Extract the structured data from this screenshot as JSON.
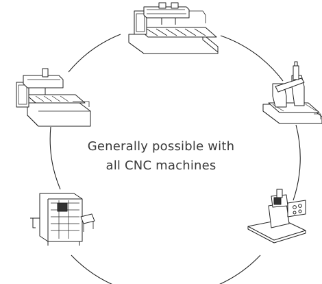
{
  "center_text": {
    "line1": "Generally possible with",
    "line2": "all CNC machines"
  },
  "machines": [
    {
      "icon": "cnc-gantry-router-icon",
      "position": "top"
    },
    {
      "icon": "cnc-portal-mill-icon",
      "position": "upper-left"
    },
    {
      "icon": "cnc-engraving-machine-icon",
      "position": "upper-right"
    },
    {
      "icon": "cnc-machining-center-icon",
      "position": "lower-left"
    },
    {
      "icon": "cnc-milling-machine-icon",
      "position": "lower-right"
    }
  ],
  "colors": {
    "line": "#222222",
    "text": "#3a3a3a",
    "fill": "#ffffff"
  }
}
